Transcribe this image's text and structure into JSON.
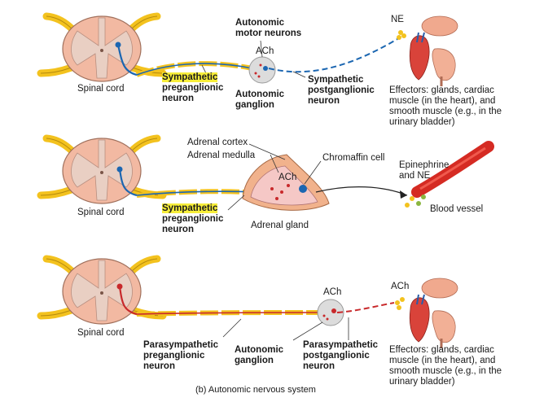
{
  "colors": {
    "yellow_nerve": "#f3c21e",
    "spinal_pink": "#f2b9a2",
    "spinal_gray": "#e9cfc3",
    "sympathetic_blue": "#1b66b1",
    "parasympathetic_red": "#c8292b",
    "highlight": "#f7ee3a",
    "ganglion_gray": "#dcdcdc"
  },
  "panel_sym": {
    "spinal_cord": "Spinal cord",
    "motor_neurons": "Autonomic\nmotor neurons",
    "ach": "ACh",
    "ne": "NE",
    "pre_highlight": "Sympathetic",
    "pre_rest": "preganglionic\nneuron",
    "ganglion": "Autonomic\nganglion",
    "post": "Sympathetic\npostganglionic\nneuron",
    "effectors": "Effectors: glands, cardiac\nmuscle (in the heart), and\nsmooth muscle (e.g., in the\nurinary bladder)"
  },
  "panel_adrenal": {
    "spinal_cord": "Spinal cord",
    "cortex": "Adrenal cortex",
    "medulla": "Adrenal medulla",
    "chromaffin": "Chromaffin cell",
    "ach": "ACh",
    "epi": "Epinephrine\nand NE",
    "blood": "Blood vessel",
    "pre_highlight": "Sympathetic",
    "pre_rest": "preganglionic\nneuron",
    "gland": "Adrenal gland"
  },
  "panel_para": {
    "spinal_cord": "Spinal cord",
    "ach1": "ACh",
    "ach2": "ACh",
    "pre": "Parasympathetic\npreganglionic\nneuron",
    "ganglion": "Autonomic\nganglion",
    "post": "Parasympathetic\npostganglionic\nneuron",
    "effectors": "Effectors: glands, cardiac\nmuscle (in the heart), and\nsmooth muscle (e.g., in the\nurinary bladder)"
  },
  "caption": "(b) Autonomic nervous system"
}
